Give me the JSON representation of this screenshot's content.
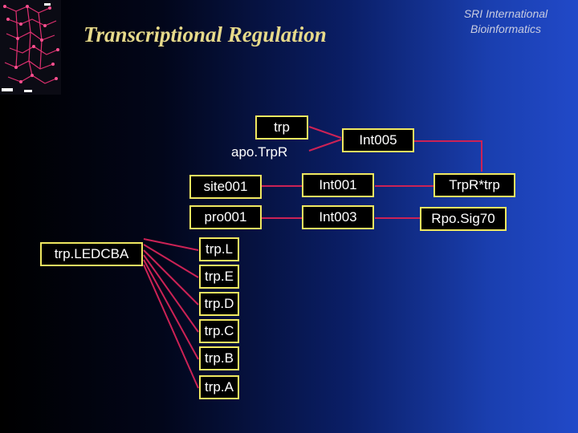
{
  "header": {
    "title": "Transcriptional Regulation",
    "org_line1": "SRI International",
    "org_line2": "Bioinformatics"
  },
  "nodes": {
    "trp": "trp",
    "apo_trpr": "apo.TrpR",
    "int005": "Int005",
    "site001": "site001",
    "int001": "Int001",
    "trpr_trp": "TrpR*trp",
    "pro001": "pro001",
    "int003": "Int003",
    "rpo_sig70": "Rpo.Sig70",
    "trp_ledcba": "trp.LEDCBA",
    "genes": [
      "trp.L",
      "trp.E",
      "trp.D",
      "trp.C",
      "trp.B",
      "trp.A"
    ]
  },
  "colors": {
    "box_border": "#f0e860",
    "edge": "#cc2255",
    "title": "#e6d98a"
  }
}
